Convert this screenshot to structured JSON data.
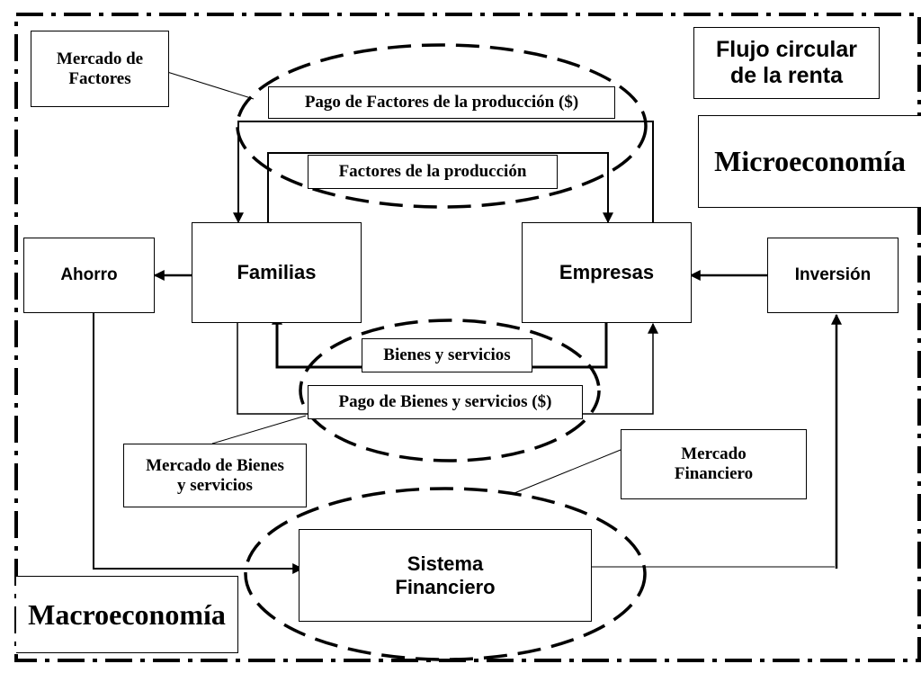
{
  "title": "Flujo circular\nde la renta",
  "sections": {
    "micro": "Microeconomía",
    "macro": "Macroeconomía"
  },
  "agents": {
    "familias": "Familias",
    "empresas": "Empresas",
    "ahorro": "Ahorro",
    "inversion": "Inversión",
    "sistema_financiero": "Sistema\nFinanciero"
  },
  "markets": {
    "factores": "Mercado de\nFactores",
    "bienes": "Mercado de Bienes\ny servicios",
    "financiero": "Mercado\nFinanciero"
  },
  "flows": {
    "pago_factores": "Pago de Factores de la producción ($)",
    "factores_produccion": "Factores de la producción",
    "bienes_servicios": "Bienes y servicios",
    "pago_bienes": "Pago de Bienes y servicios ($)"
  }
}
